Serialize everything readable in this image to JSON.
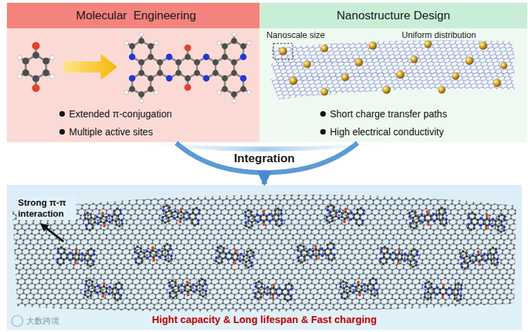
{
  "diagram": {
    "nodes": [
      {
        "text": [
          "Molecular  Engineering",
          "Extended π-conjugation",
          "Multiple active sites"
        ]
      },
      {
        "text": [
          "Nanostructure Design",
          "Short charge transfer paths",
          "High electrical conductivity"
        ]
      },
      {
        "text": [
          "Hight capacity & Long lifespan & Fast charging"
        ]
      }
    ],
    "edges": [
      {
        "from": 0,
        "to": 2,
        "arrow": "to",
        "label": "Integration"
      },
      {
        "from": 1,
        "to": 2,
        "arrow": "to"
      }
    ],
    "labels": [
      "Nanoscale size",
      "Uniform distribution",
      "Strong π-π interaction",
      "大数跨境"
    ]
  }
}
